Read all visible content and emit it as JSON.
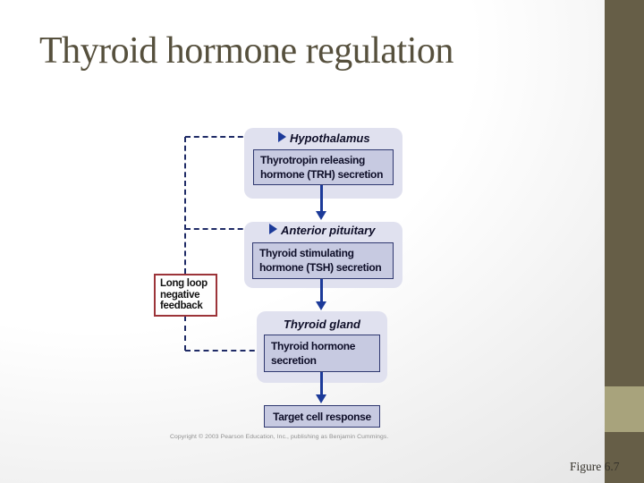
{
  "slide": {
    "title": "Thyroid hormone regulation",
    "figure_caption": "Figure 6.7",
    "copyright_line": "Copyright © 2003 Pearson Education, Inc., publishing as Benjamin Cummings."
  },
  "colors": {
    "title_text": "#56503D",
    "accent_bar": "#665E47",
    "accent_tab": "#A8A37C",
    "panel_fill": "#E0E1EF",
    "box_fill": "#C7CAE1",
    "box_border": "#2F3870",
    "diagram_text": "#0E0E28",
    "arrow_blue": "#1C3A99",
    "dashed_navy": "#1F2B66",
    "feedback_border": "#9C3439",
    "copyright_gray": "#8F8F8F",
    "caption_text": "#35322B"
  },
  "diagram": {
    "sections": [
      {
        "heading": "Hypothalamus",
        "box_lines": [
          "Thyrotropin releasing",
          "hormone (TRH) secretion"
        ]
      },
      {
        "heading": "Anterior pituitary",
        "box_lines": [
          "Thyroid stimulating",
          "hormone (TSH) secretion"
        ]
      },
      {
        "heading": "Thyroid gland",
        "box_lines": [
          "Thyroid hormone",
          "secretion"
        ]
      }
    ],
    "target_box_label": "Target cell response",
    "feedback_box_lines": [
      "Long loop",
      "negative",
      "feedback"
    ]
  }
}
